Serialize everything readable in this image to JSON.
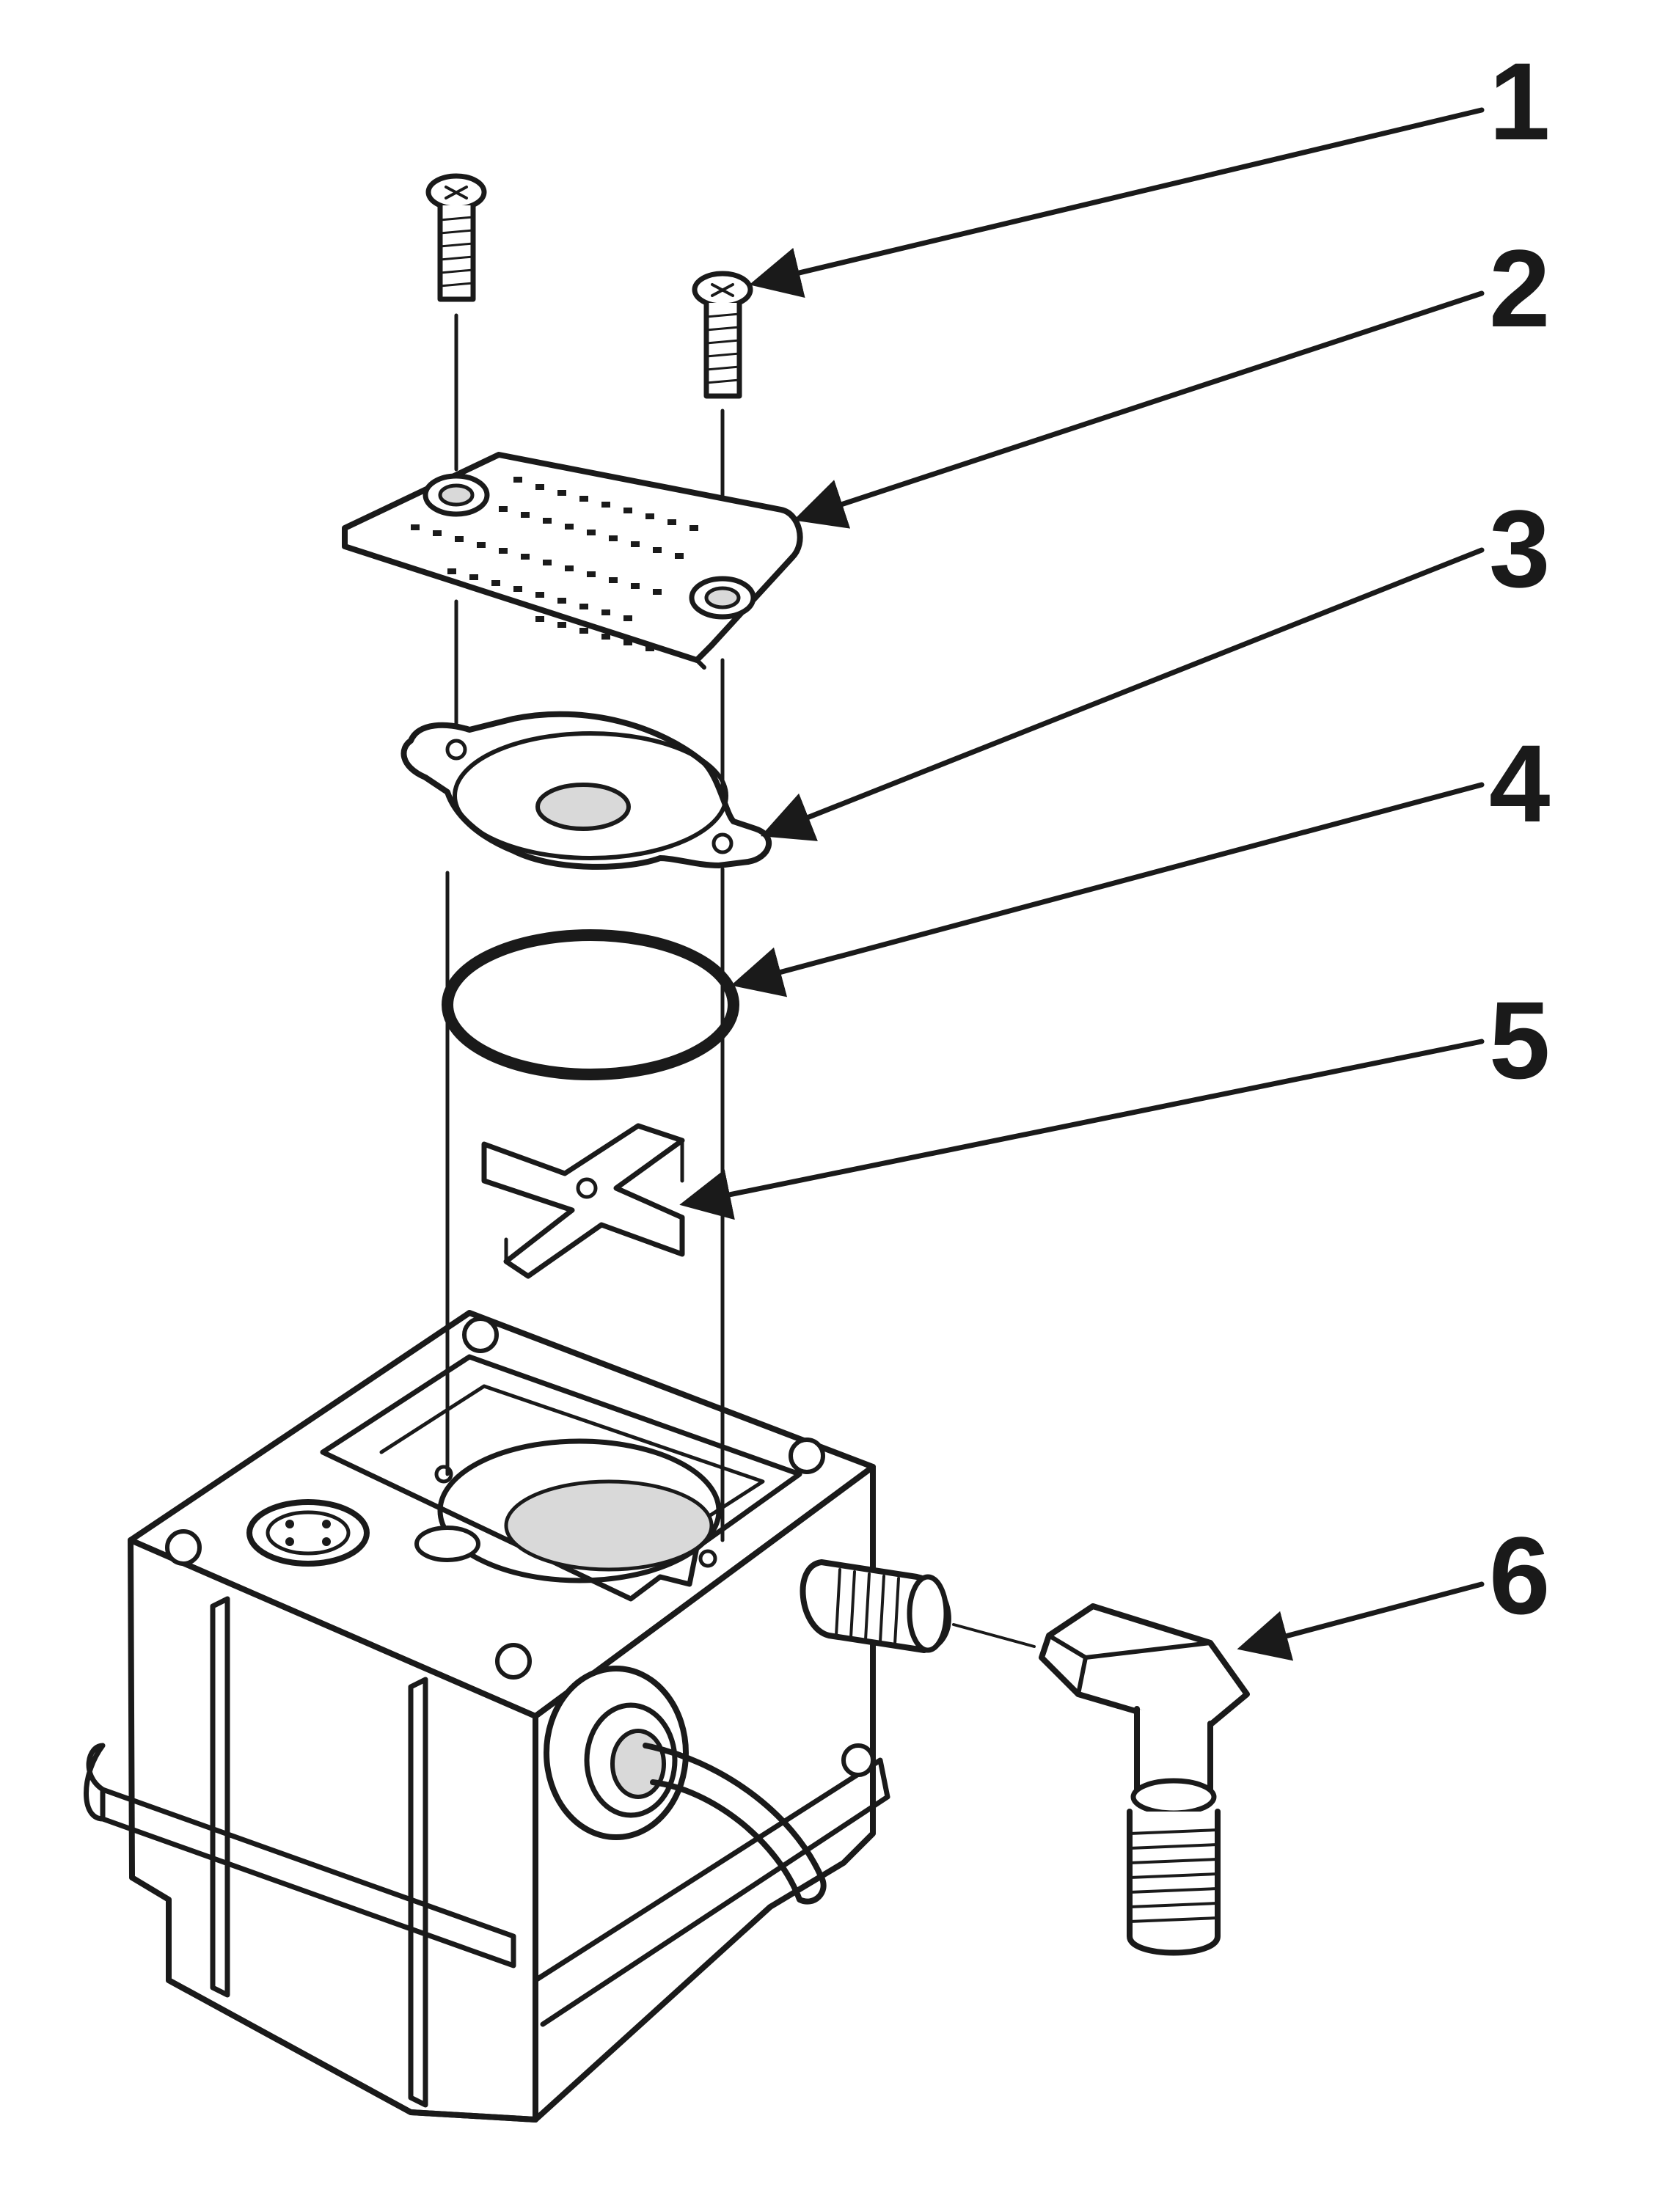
{
  "callouts": [
    {
      "number": "1"
    },
    {
      "number": "2"
    },
    {
      "number": "3"
    },
    {
      "number": "4"
    },
    {
      "number": "5"
    },
    {
      "number": "6"
    }
  ],
  "colors": {
    "line": "#1a1a1a",
    "background": "#ffffff",
    "shade": "#d9d9d9"
  }
}
